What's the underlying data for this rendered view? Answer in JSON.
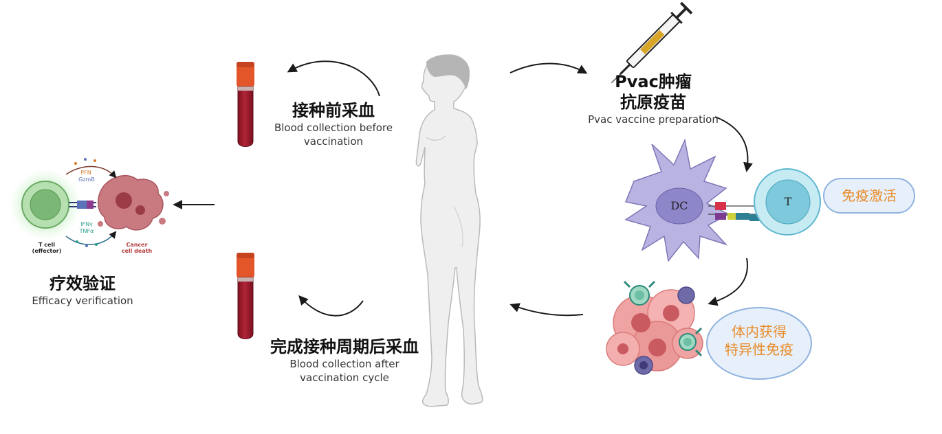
{
  "steps": {
    "pre_blood": {
      "title": "接种前采血",
      "subtitle_line1": "Blood collection before",
      "subtitle_line2": "vaccination"
    },
    "post_blood": {
      "title": "完成接种周期后采血",
      "subtitle_line1": "Blood collection after",
      "subtitle_line2": "vaccination cycle"
    },
    "vaccine": {
      "title_line1": "Pvac肿瘤",
      "title_line2": "抗原疫苗",
      "subtitle": "Pvac vaccine preparation"
    },
    "efficacy": {
      "title": "疗效验证",
      "subtitle": "Efficacy verification"
    }
  },
  "bubbles": {
    "activation": "免疫激活",
    "specific_immunity_line1": "体内获得",
    "specific_immunity_line2": "特异性免疫"
  },
  "cell_labels": {
    "dc": "DC",
    "t": "T"
  },
  "inset": {
    "pfn": "PFN",
    "gzmb": "GzmB",
    "ifng": "IFNγ",
    "tnfa": "TNFα",
    "t_cell_line1": "T cell",
    "t_cell_line2": "(effector)",
    "cancer_line1": "Cancer",
    "cancer_line2": "cell death"
  },
  "colors": {
    "accent_orange": "#e98d2a",
    "blood_red": "#9b1c2b",
    "tube_cap": "#e3562a",
    "dc_purple": "#b8b3e0",
    "t_cell_teal": "#9fd9e8",
    "bubble_border": "#8fb3df",
    "bubble_fill": "#e6effa"
  }
}
